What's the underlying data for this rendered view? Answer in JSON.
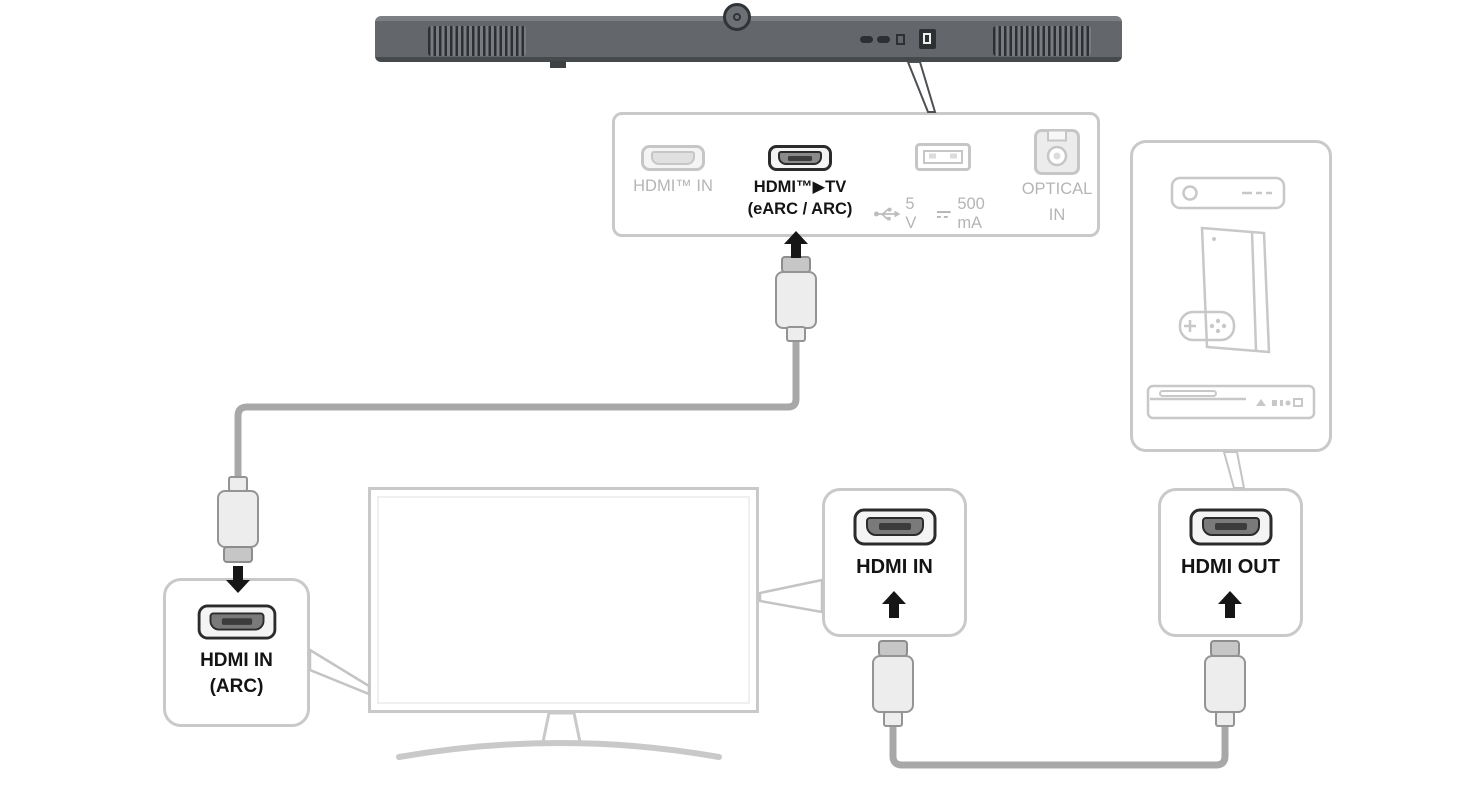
{
  "ports_panel": {
    "hdmi_in": {
      "label": "HDMI™ IN"
    },
    "hdmi_tv": {
      "label": "HDMI™▶TV",
      "sublabel": "(eARC / ARC)"
    },
    "usb": {
      "value_left": "5 V",
      "value_right": "500 mA"
    },
    "optical": {
      "label_line1": "OPTICAL",
      "label_line2": "IN"
    }
  },
  "callouts": {
    "tv_arc": {
      "label": "HDMI IN",
      "sublabel": "(ARC)"
    },
    "tv_hdmi_in": {
      "label": "HDMI IN"
    },
    "device_hdmi_out": {
      "label": "HDMI OUT"
    }
  },
  "devices": [
    "set-top-box",
    "game-console",
    "blu-ray-player"
  ],
  "colors": {
    "outline_gray": "#c9c9c9",
    "inactive_text": "#b5b5b5",
    "active_text": "#141414",
    "cable_gray": "#a8a8a8",
    "soundbar_gray": "#63676b"
  }
}
